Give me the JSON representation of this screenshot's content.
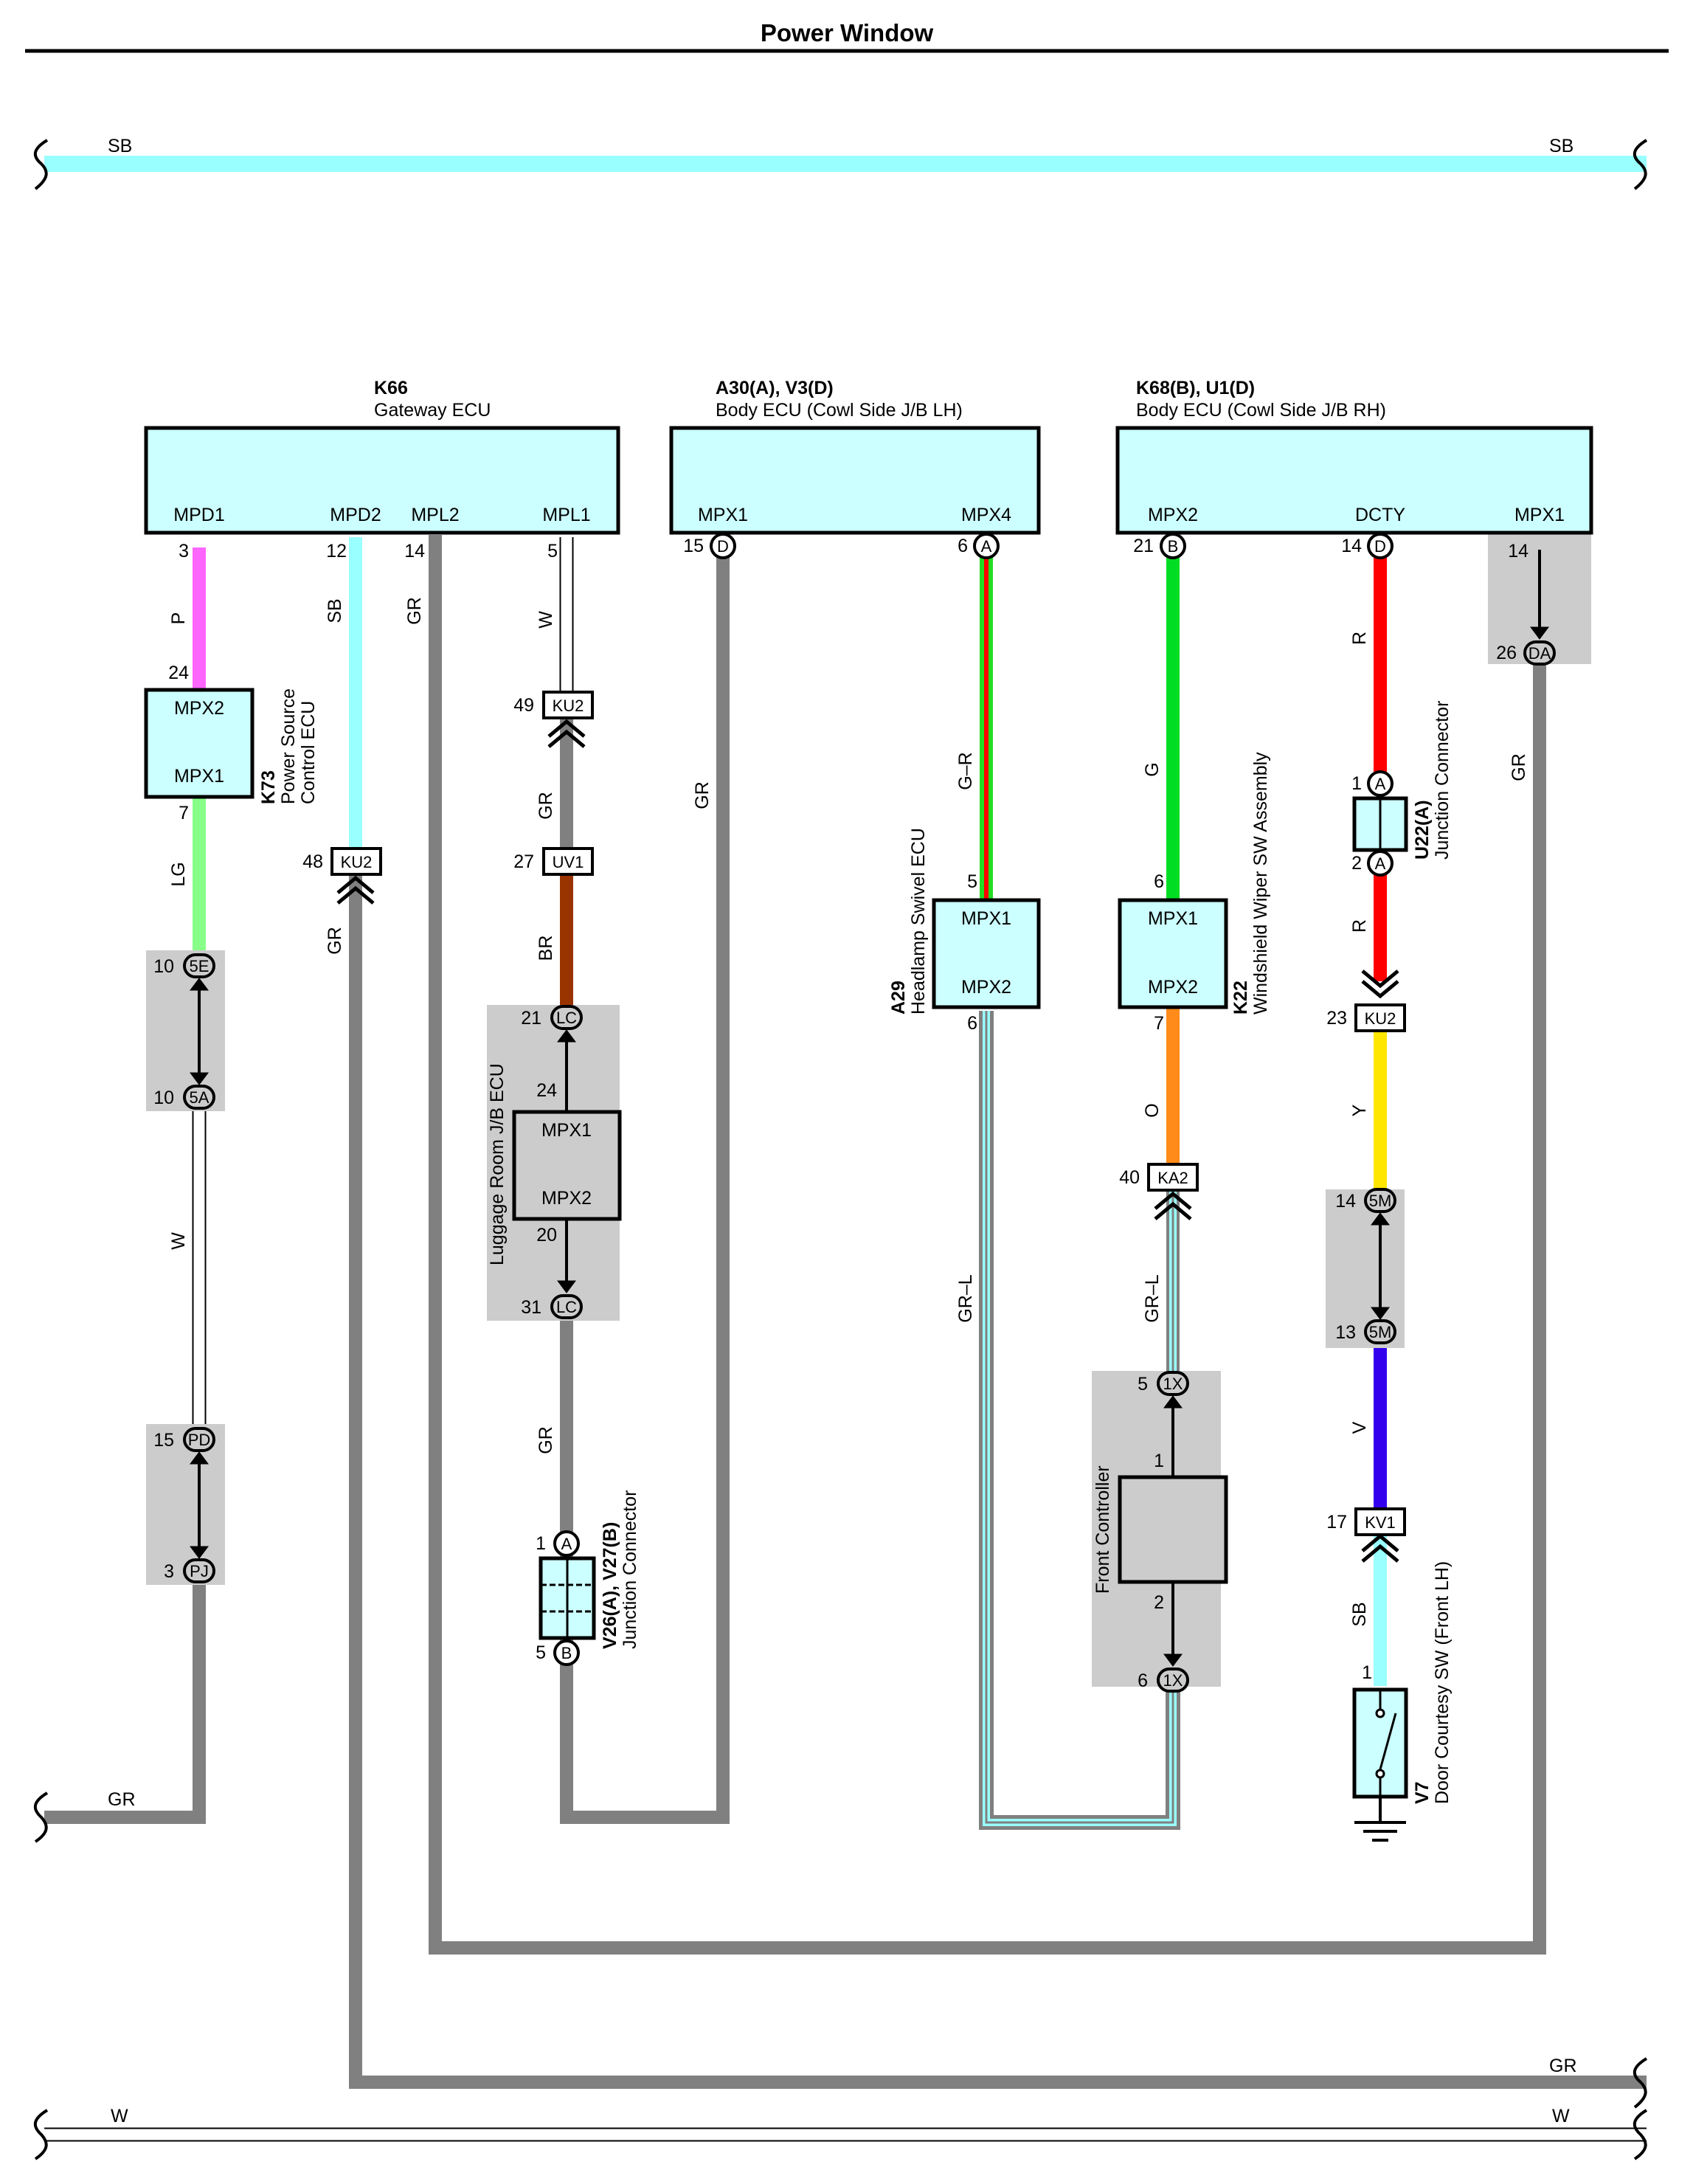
{
  "title": "Power Window",
  "bus": {
    "sb_left": "SB",
    "sb_right": "SB",
    "w_left": "W",
    "w_right": "W",
    "gr_left": "GR",
    "gr_right": "GR"
  },
  "colors": {
    "SB": "#99ffff",
    "GR": "#808080",
    "P": "#ff66ff",
    "LG": "#88ff88",
    "G": "#00dd22",
    "R": "#ff0000",
    "Y": "#ffe600",
    "V": "#3300ee",
    "O": "#ff8c1a",
    "BR": "#993300",
    "W": "#ffffff",
    "box": "#ccffff",
    "shade": "#cccccc"
  },
  "components": {
    "k66": {
      "code": "K66",
      "name": "Gateway ECU",
      "pins": [
        "MPD1",
        "MPD2",
        "MPL2",
        "MPL1"
      ]
    },
    "body_lh": {
      "code": "A30(A), V3(D)",
      "name": "Body ECU (Cowl Side J/B LH)",
      "pins": [
        "MPX1",
        "MPX4"
      ]
    },
    "body_rh": {
      "code": "K68(B), U1(D)",
      "name": "Body ECU (Cowl Side J/B RH)",
      "pins": [
        "MPX2",
        "DCTY",
        "MPX1"
      ]
    },
    "k73": {
      "code": "K73",
      "name1": "Power Source",
      "name2": "Control ECU",
      "pins": [
        "MPX2",
        "MPX1"
      ]
    },
    "luggage": {
      "name": "Luggage Room J/B ECU",
      "pins": [
        "MPX1",
        "MPX2"
      ]
    },
    "v26": {
      "code": "V26(A), V27(B)",
      "name": "Junction Connector"
    },
    "a29": {
      "code": "A29",
      "name": "Headlamp Swivel ECU",
      "pins": [
        "MPX1",
        "MPX2"
      ]
    },
    "k22": {
      "code": "K22",
      "name": "Windshield Wiper SW Assembly",
      "pins": [
        "MPX1",
        "MPX2"
      ]
    },
    "front": {
      "name": "Front Controller"
    },
    "u22": {
      "code": "U22(A)",
      "name": "Junction Connector"
    },
    "v7": {
      "code": "V7",
      "name": "Door Courtesy SW (Front LH)"
    }
  },
  "wire_labels": {
    "c1_p": "P",
    "c1_lg": "LG",
    "c1_w": "W",
    "c2_sb": "SB",
    "c2_gr": "GR",
    "c3_gr": "GR",
    "c4_w": "W",
    "c4_gr": "GR",
    "c4_br": "BR",
    "c4_gr2": "GR",
    "c5_gr": "GR",
    "c6_gr_r": "G–R",
    "c6_gr_l": "GR–L",
    "c7_g": "G",
    "c7_o": "O",
    "c7_gr_l": "GR–L",
    "c8_r": "R",
    "c8_r2": "R",
    "c8_y": "Y",
    "c8_v": "V",
    "c8_sb": "SB",
    "c9_gr": "GR"
  },
  "connectors": {
    "ku2_a": "KU2",
    "uv1": "UV1",
    "lc_a": "LC",
    "lc_b": "LC",
    "ku2_b": "KU2",
    "ka2": "KA2",
    "ku2_c": "KU2",
    "kv1": "KV1",
    "e5": "5E",
    "a5": "5A",
    "pd": "PD",
    "pj": "PJ",
    "m5a": "5M",
    "m5b": "5M",
    "x1a": "1X",
    "x1b": "1X",
    "d": "D",
    "a": "A",
    "b": "B",
    "dctyd": "D",
    "da": "DA",
    "ua": "A",
    "ub": "A",
    "va": "A",
    "vb": "B"
  },
  "pins": {
    "k66_mpd1": "3",
    "k66_mpd2": "12",
    "k66_mpl2": "14",
    "k66_mpl1": "5",
    "k73_in": "24",
    "k73_out": "7",
    "p5e": "10",
    "p5a": "10",
    "ppd": "15",
    "ppj": "3",
    "pku2a": "48",
    "pku2b": "49",
    "puv1": "27",
    "plca": "21",
    "lug_in": "24",
    "lug_out": "20",
    "plcb": "31",
    "pva": "1",
    "pvb": "5",
    "lh_mpx1": "15",
    "lh_mpx4": "6",
    "a29_in": "5",
    "a29_out": "6",
    "rh_mpx2": "21",
    "k22_in": "6",
    "k22_out": "7",
    "pka2": "40",
    "px1a": "5",
    "front_in": "1",
    "front_out": "2",
    "px1b": "6",
    "rh_dcty": "14",
    "pua": "1",
    "pub": "2",
    "pku2c": "23",
    "pm5a": "14",
    "pm5b": "13",
    "pkv1": "17",
    "v7_pin": "1",
    "rh_mpx1": "14",
    "pda": "26"
  }
}
